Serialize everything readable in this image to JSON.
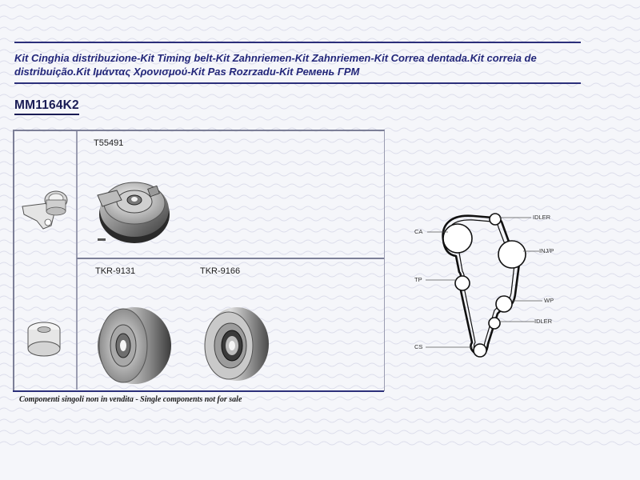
{
  "title": "Kit Cinghia distribuzione-Kit Timing belt-Kit Zahnriemen-Kit Zahnriemen-Kit Correa dentada.Kit correia de distribuição.Kit Ιμάντας Χρονισμού-Kit Pas Rozrzadu-Kit Ремень ГРМ",
  "kit_code": "MM1164K2",
  "parts": [
    {
      "code": "T55491"
    },
    {
      "code": "TKR-9131"
    },
    {
      "code": "TKR-9166"
    }
  ],
  "note": "Componenti singoli non in vendita - Single components not for sale",
  "diagram": {
    "labels": {
      "ca": "CA",
      "idler_top": "IDLER",
      "inj": "INJ/P",
      "tp": "TP",
      "wp": "WP",
      "idler_bottom": "IDLER",
      "cs": "CS"
    }
  },
  "colors": {
    "heading": "#23277a",
    "rule": "#2b2f7a"
  }
}
